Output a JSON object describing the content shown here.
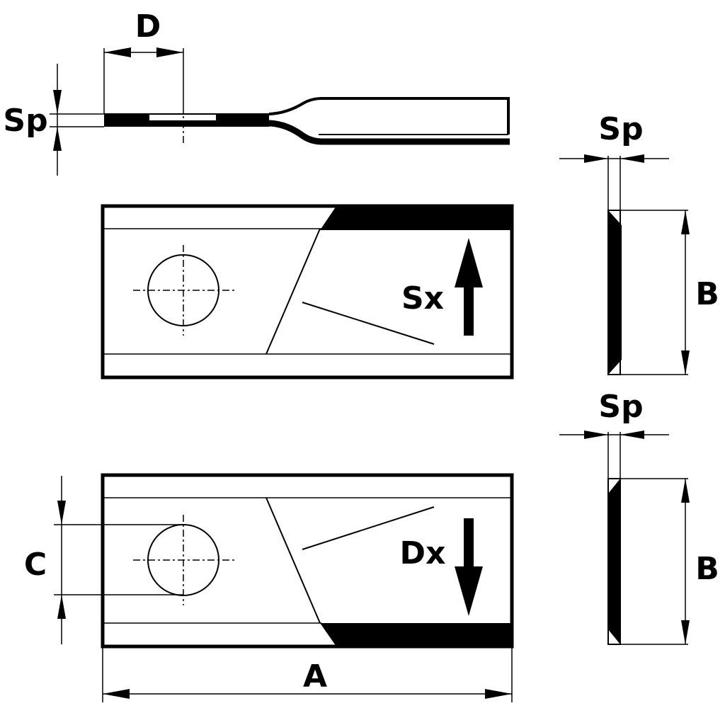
{
  "colors": {
    "ink": "#000000",
    "paper": "#ffffff"
  },
  "labels": {
    "D": "D",
    "Sp_side": "Sp",
    "Sp_right_top": "Sp",
    "Sp_right_bottom": "Sp",
    "B_top": "B",
    "B_bottom": "B",
    "Sx": "Sx",
    "Dx": "Dx",
    "C": "C",
    "A": "A"
  },
  "icons": {
    "rotation_sx": "arrow-up-icon",
    "rotation_dx": "arrow-down-icon"
  }
}
